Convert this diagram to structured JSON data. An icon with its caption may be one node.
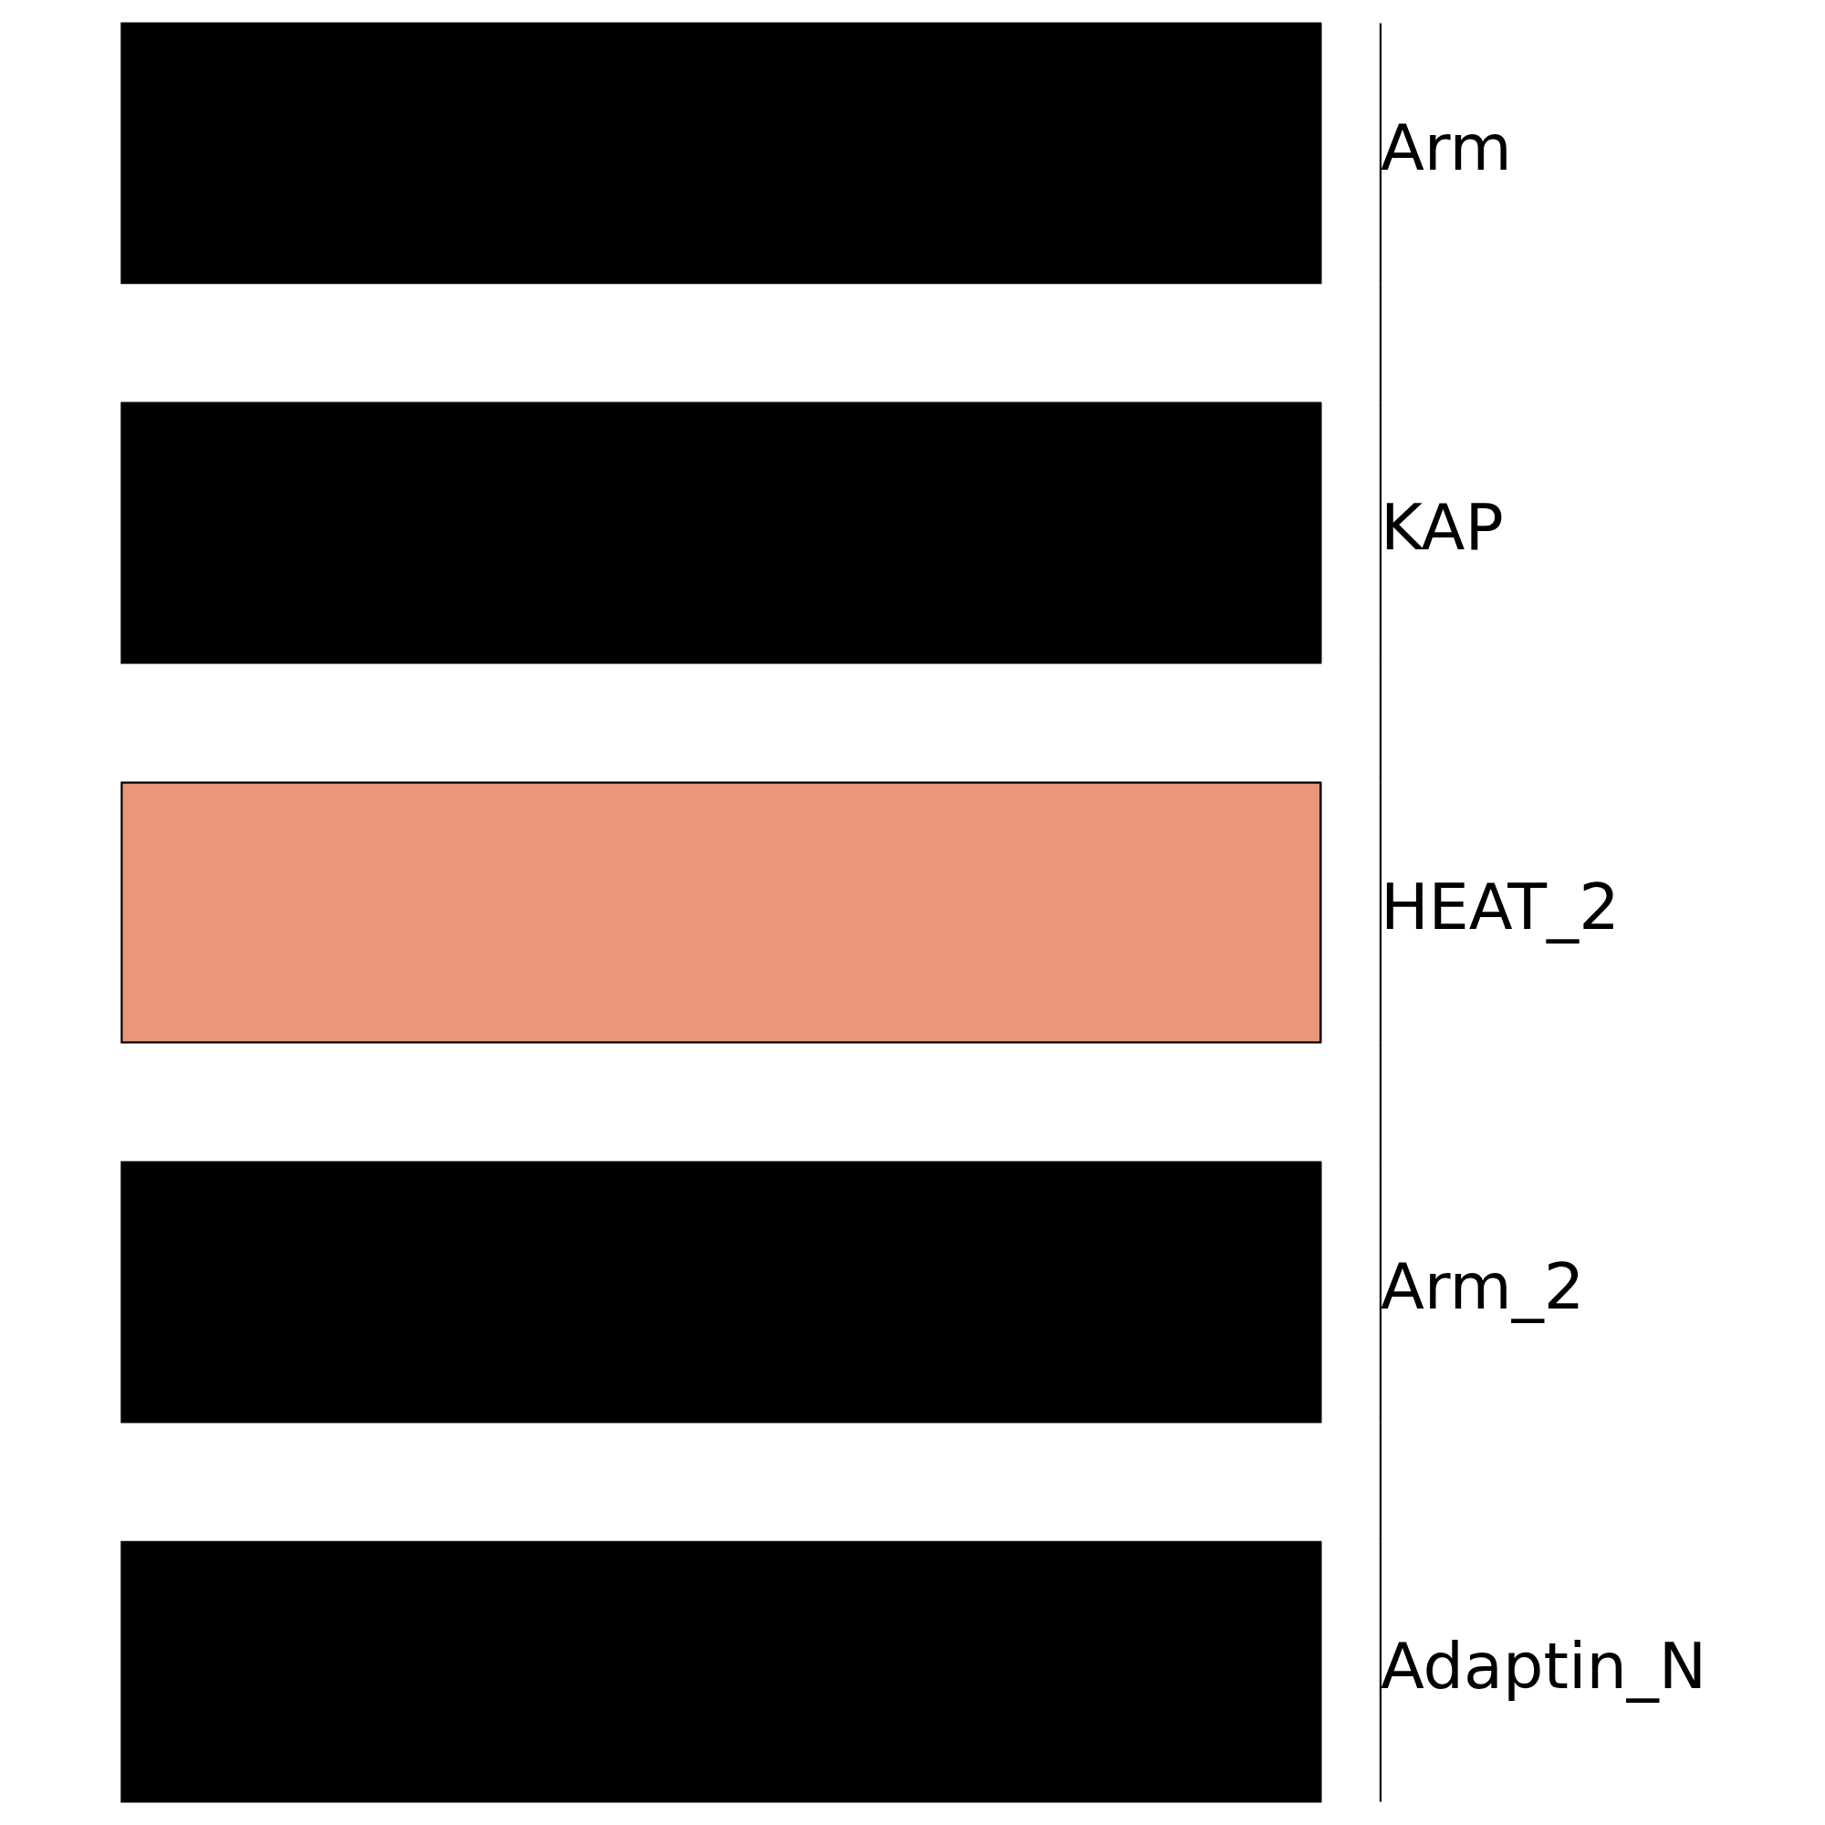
{
  "diagram": {
    "legend": [
      {
        "text": "Arm",
        "color": "#000000"
      },
      {
        "text": "KAP",
        "color": "#000000"
      },
      {
        "text": "HEAT_2",
        "color": "#e9967a"
      },
      {
        "text": "Arm_2",
        "color": "#000000"
      },
      {
        "text": "Adaptin_N",
        "color": "#000000"
      }
    ]
  }
}
